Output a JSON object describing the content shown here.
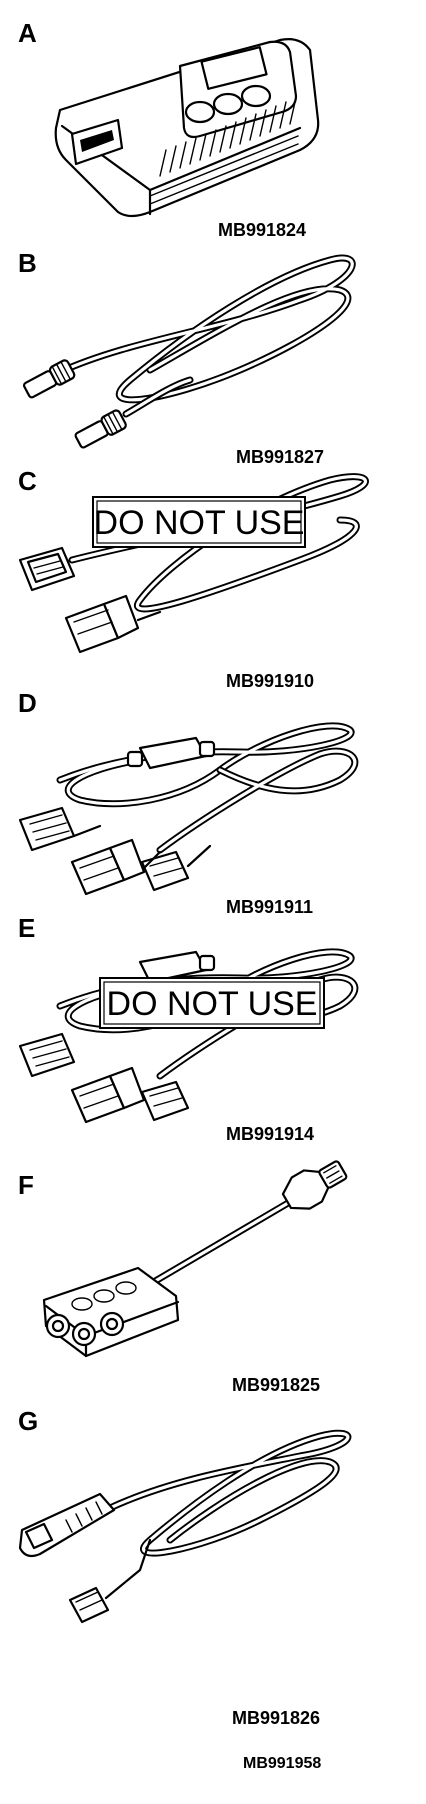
{
  "panels": [
    {
      "letter": "A",
      "part_number": "MB991824"
    },
    {
      "letter": "B",
      "part_number": "MB991827"
    },
    {
      "letter": "C",
      "part_number": "MB991910",
      "warning": "DO NOT USE"
    },
    {
      "letter": "D",
      "part_number": "MB991911"
    },
    {
      "letter": "E",
      "part_number": "MB991914",
      "warning": "DO NOT USE"
    },
    {
      "letter": "F",
      "part_number": "MB991825"
    },
    {
      "letter": "G",
      "part_number": "MB991826"
    }
  ],
  "footer_code": "MB991958"
}
